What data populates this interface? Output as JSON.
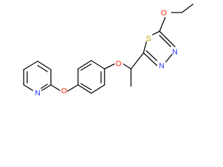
{
  "molecule": {
    "atoms": [
      {
        "id": "S1",
        "label": "S"
      },
      {
        "id": "N3",
        "label": "N"
      },
      {
        "id": "N4",
        "label": "N"
      },
      {
        "id": "O_ethoxy",
        "label": "O"
      },
      {
        "id": "O_ether",
        "label": "O"
      },
      {
        "id": "O_aryl",
        "label": "O"
      },
      {
        "id": "N_pyr",
        "label": "N"
      }
    ]
  },
  "colors": {
    "bond": "#000000",
    "S": "#b8a100",
    "N": "#2233ff",
    "O": "#ff2200",
    "background": "#ffffff"
  }
}
